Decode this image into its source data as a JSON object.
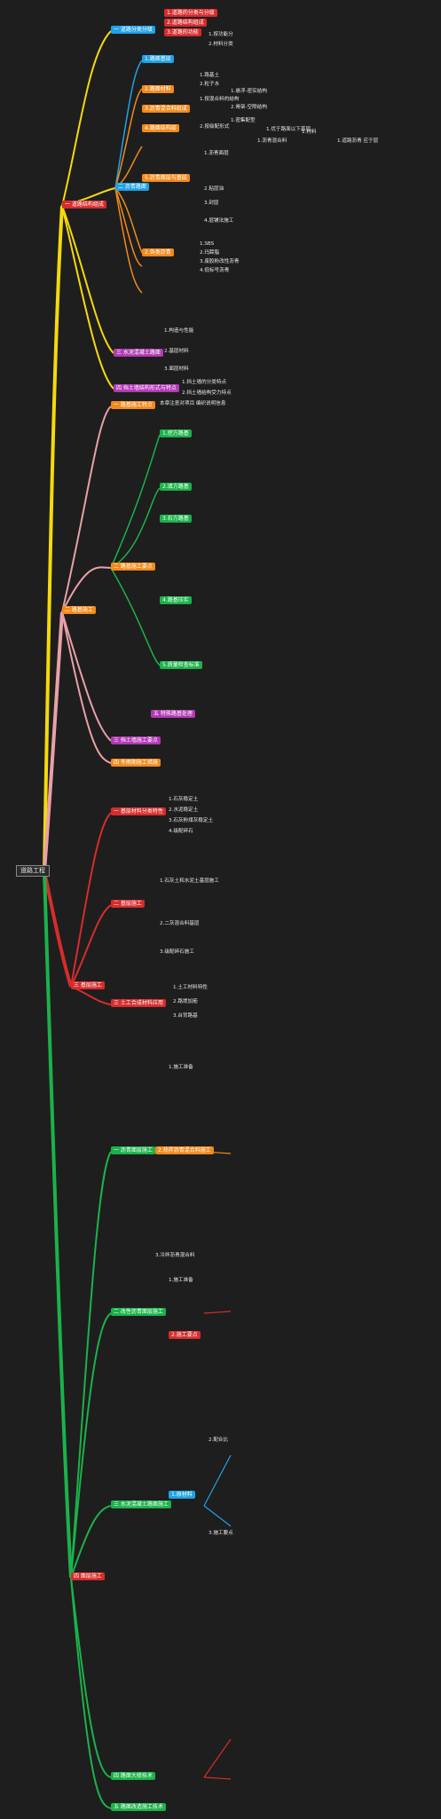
{
  "root": "道路工程",
  "colors": {
    "bg": "#1e1e1e",
    "yellow": "#f5d90a",
    "pink": "#e9a0a8",
    "red": "#d62c2c",
    "green": "#1bb24a",
    "blue": "#1fa2e6",
    "orange": "#f28a1c",
    "purple": "#b03ab4",
    "teal": "#1bb5a6"
  },
  "branches": {
    "b1": {
      "title": "一 道路结构组成",
      "s1": {
        "title": "一 道路分类分级",
        "items": [
          "1.道路的分类与分级",
          "2.道路结构组成",
          "3.道路的功能"
        ]
      },
      "s2": {
        "title": "二 沥青路面",
        "a": {
          "title": "1.路面基层",
          "items": [
            "1.按功能分",
            "2.材料分类"
          ]
        },
        "b": {
          "title": "2.路面材料",
          "items": [
            "1.路基土",
            "2.粒子水"
          ]
        },
        "c": {
          "title": "3.沥青混合料组成",
          "items": [
            "1.按混合料的结构",
            "1.悬浮-密实结构",
            "2.骨架-空隙结构"
          ]
        },
        "d": {
          "title": "4.路面结构层",
          "items": [
            "2.按级配形式",
            "1.密集配型",
            "1.优于路面以下基层"
          ]
        },
        "e": {
          "title": "5.沥青面层与基层",
          "items": [
            "1.沥青面层",
            "2.粘层油",
            "3.封层",
            "4.层铺法施工"
          ]
        },
        "f": {
          "title": "1.沥青混合料",
          "items": [
            "1.材料",
            "1.道路沥青 应于层 "
          ]
        },
        "g": {
          "title": "2.各类沥青",
          "items": [
            "1.SBS",
            "2.玛蹄脂",
            "3.废胶粉改性沥青",
            "4.低标号沥青 "
          ]
        }
      },
      "s3": {
        "title": "三 水泥混凝土路面",
        "items": [
          "1.构造与性能",
          "2.基层材料",
          "3.面层材料"
        ]
      },
      "s4": {
        "title": "四 挡土墙结构形式与特点",
        "items": [
          "1.挡土墙的分类特点",
          "2.挡土墙结构受力特点"
        ]
      }
    },
    "b2": {
      "title": "二 路基施工",
      "s1": {
        "title": "一 路基施工特点",
        "items": [
          "本章注意对项目 编织说明信息"
        ]
      },
      "s2": {
        "title": "二 路基施工要点",
        "items": [
          "1.挖方路基",
          "2.填方路基",
          "3.石方路基",
          "4.路基压实",
          "5.质量检查标准"
        ]
      },
      "s3": {
        "title": "三 挡土墙施工要点"
      },
      "s4": {
        "title": "四 冬雨期施工措施"
      },
      "s5": {
        "title": "五 特殊路基处理"
      }
    },
    "b3": {
      "title": "三 基层施工",
      "s1": {
        "title": "一 基层材料分类特性",
        "items": [
          "1.石灰稳定土",
          "2.水泥稳定土",
          "3.石灰粉煤灰稳定土",
          "4.级配碎石"
        ]
      },
      "s2": {
        "title": "二 基层施工",
        "items": [
          "1.石灰土和水泥土基层施工",
          "2.二灰混合料基层",
          "3.级配碎石施工"
        ]
      },
      "s3": {
        "title": "三 土工合成材料应用",
        "items": [
          "1.土工材料特性",
          "2.路堤加筋",
          "3.台背路基"
        ]
      }
    },
    "b4": {
      "title": "四 面层施工",
      "s1": {
        "title": "一 沥青面层施工",
        "items": [
          "1.施工准备",
          "2.热拌沥青混合料施工",
          "3.冷拌沥青混合料"
        ]
      },
      "s2": {
        "title": "二 改性沥青面层施工",
        "items": [
          "1.施工准备",
          "2.施工要点"
        ]
      },
      "s3": {
        "title": "三 水泥混凝土路面施工",
        "items": [
          "1.原材料",
          "2.配合比",
          "3.施工要点"
        ]
      },
      "s4": {
        "title": "四 路面大修技术"
      },
      "s5": {
        "title": "五 路面改造施工技术"
      }
    }
  }
}
